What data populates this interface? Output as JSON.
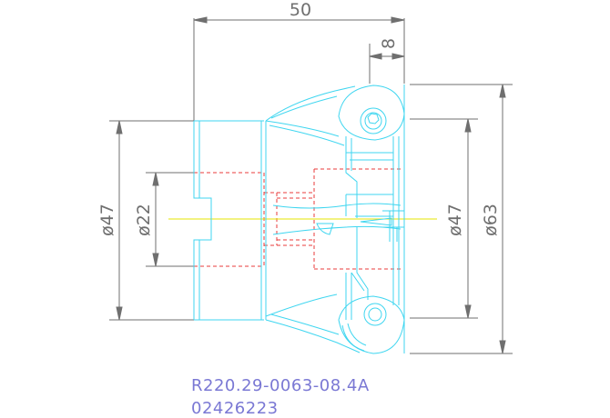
{
  "dimensions": {
    "overall_length": "50",
    "face_offset": "8",
    "left_outer_diameter": "ø47",
    "bore_diameter": "ø22",
    "right_hub_diameter": "ø47",
    "cutting_diameter": "ø63"
  },
  "part_info": {
    "designation": "R220.29-0063-08.4A",
    "item_number": "02426223"
  },
  "colors": {
    "outline": "#3fd6f0",
    "hidden_lines": "#e83b3b",
    "center_line": "#e6e600",
    "dimension_lines": "#6f6f6f",
    "code_text": "#7a78d4"
  }
}
